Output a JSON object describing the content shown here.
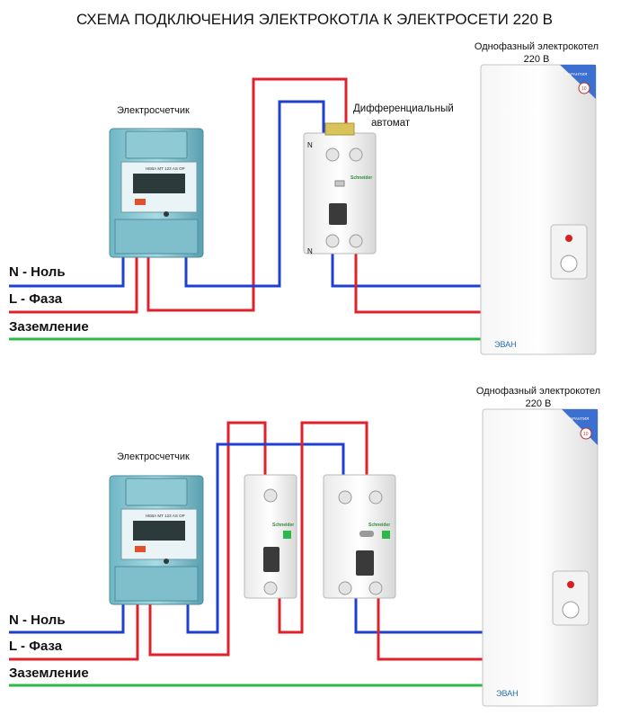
{
  "title": "СХЕМА ПОДКЛЮЧЕНИЯ ЭЛЕКТРОКОТЛА К ЭЛЕКТРОСЕТИ 220 В",
  "wire_colors": {
    "neutral": "#1f3fd0",
    "phase": "#e0202a",
    "ground": "#2db84a"
  },
  "bus_labels": {
    "neutral": "N - Ноль",
    "phase": "L - Фаза",
    "ground": "Заземление"
  },
  "meter": {
    "label": "Электросчетчик",
    "model": "НЕВА МТ 123 AS OP"
  },
  "boiler": {
    "label_line1": "Однофазный электрокотел",
    "label_line2": "220 В",
    "brand": "ЭВАН",
    "warranty_text": "ГАРАНТИЯ",
    "warranty_number": "10"
  },
  "rcbo": {
    "label_line1": "Дифференциальный",
    "label_line2": "автомат",
    "brand": "Schneider",
    "terminal_top": "N",
    "terminal_bottom": "N"
  },
  "breaker": {
    "brand": "Schneider"
  },
  "top_diagram": {},
  "bottom_diagram": {}
}
